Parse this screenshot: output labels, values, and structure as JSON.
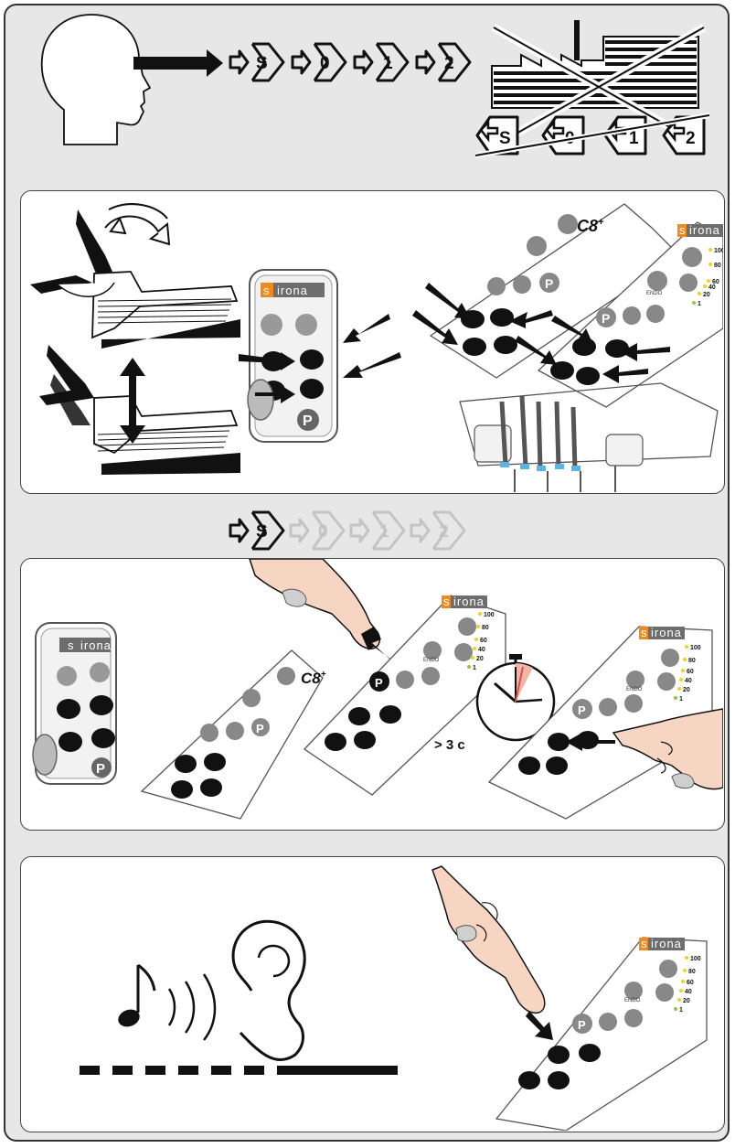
{
  "top_sequence": {
    "s": "S",
    "zero": "0",
    "one": "1",
    "two": "2"
  },
  "crossed_sequence": {
    "s": "S",
    "zero": "0",
    "one": "1",
    "two": "2"
  },
  "mid_sequence": {
    "s": "S",
    "zero": "0",
    "one": "1",
    "two": "2"
  },
  "brand": {
    "first_letter": "s",
    "rest": "irona"
  },
  "model_label": "C8",
  "model_sup": "+",
  "endo_label": "ENDO",
  "speed_scale": [
    "100",
    "80",
    "60",
    "40",
    "20",
    "1"
  ],
  "hold_time_label": "> 3 c",
  "colors": {
    "brand_orange": "#f08a1c",
    "brand_grey": "#6d6d6d",
    "background": "#e7e7e7",
    "panel": "#ffffff",
    "ink": "#111111",
    "skin": "#f6d6c2",
    "led_green": "#9ac23c",
    "led_yellow": "#f2d21a",
    "timer_red": "#e05040"
  }
}
